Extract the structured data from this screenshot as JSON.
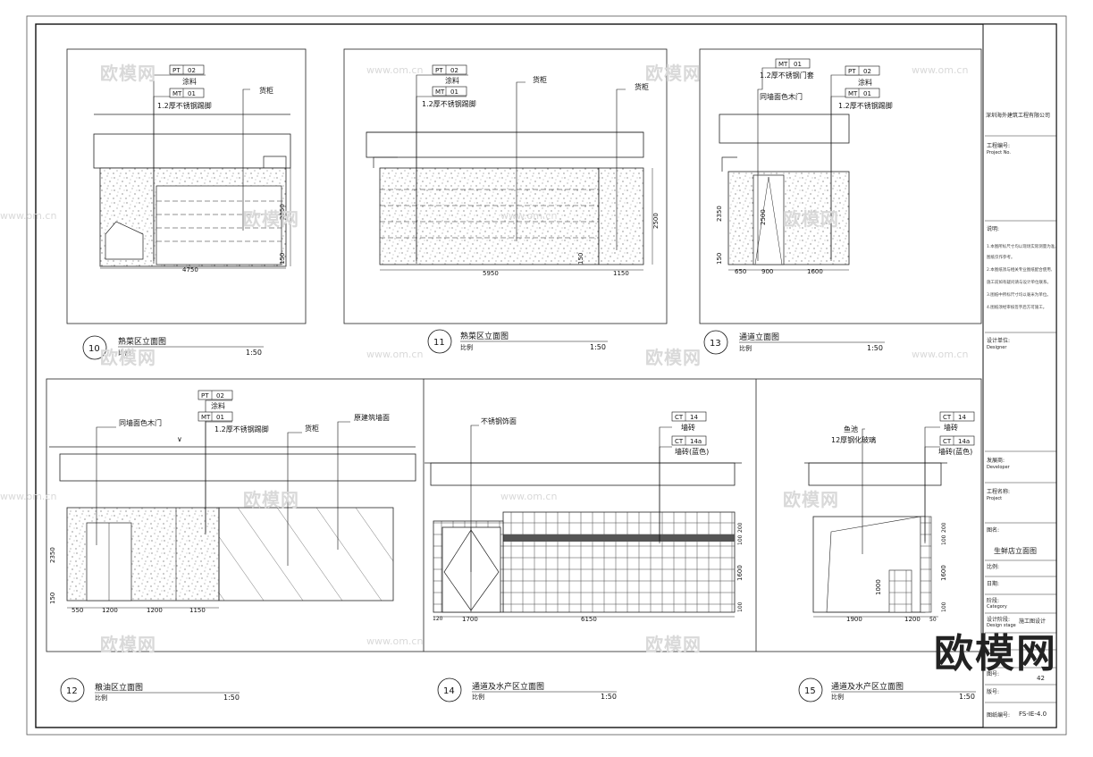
{
  "watermark": {
    "logo_text": "欧模网",
    "site_text": "www.om.cn",
    "big_logo": "欧模网"
  },
  "title_block": {
    "company": "深圳海外建筑工程有限公司",
    "project_no_label": "工程编号:",
    "project_no_en": "Project No.",
    "notes_label": "说明:",
    "notes": [
      "1.本图所标尺寸均以现场实际测量为准,",
      "图纸仅作参考。",
      "2.本图纸须与相关专业图纸配合使用,",
      "施工前如有疑问请与设计单位联系。",
      "3.图纸中所标尺寸均以毫米为单位。",
      "4.图纸须经审核签字后方可施工。"
    ],
    "designer_label": "设计单位:",
    "designer_en": "Designer",
    "owner_label": "发展商:",
    "owner_en": "Developer",
    "project_name_label": "工程名称:",
    "project_name_en": "Project",
    "drawing_label": "图名:",
    "drawing_title": "生鲜店立面图",
    "scale_label": "比例:",
    "date_label": "日期:",
    "stage_label": "阶段:",
    "stage_en": "Category",
    "design_stage_label": "设计阶段:",
    "design_stage_en": "Design stage",
    "design_stage_value": "施工图设计",
    "sheet_label": "图号:",
    "sheet_no_partial": "42",
    "version_label": "版号:",
    "drawing_no_label": "图纸编号:",
    "drawing_no": "FS-IE-4.0"
  },
  "views": [
    {
      "num": "10",
      "title": "熟菜区立面图",
      "scale_label": "比例",
      "scale": "1:50"
    },
    {
      "num": "11",
      "title": "熟菜区立面图",
      "scale_label": "比例",
      "scale": "1:50"
    },
    {
      "num": "13",
      "title": "通道立面图",
      "scale_label": "比例",
      "scale": "1:50"
    },
    {
      "num": "12",
      "title": "粮油区立面图",
      "scale_label": "比例",
      "scale": "1:50"
    },
    {
      "num": "14",
      "title": "通道及水产区立面图",
      "scale_label": "比例",
      "scale": "1:50"
    },
    {
      "num": "15",
      "title": "通道及水产区立面图",
      "scale_label": "比例",
      "scale": "1:50"
    }
  ],
  "annotations": {
    "v10": {
      "pt_code": "PT",
      "pt_no": "02",
      "paint": "涂料",
      "mt_code": "MT",
      "mt_no": "01",
      "ss": "1.2厚不锈钢踢脚",
      "shelf": "货柜",
      "dim_w": "4750",
      "dim_h": "2350",
      "dim_base": "150"
    },
    "v11": {
      "pt_code": "PT",
      "pt_no": "02",
      "paint": "涂料",
      "mt_code": "MT",
      "mt_no": "01",
      "ss": "1.2厚不锈钢踢脚",
      "shelf1": "货柜",
      "shelf2": "货柜",
      "dim_w1": "5950",
      "dim_w2": "1150",
      "dim_h": "2500",
      "dim_base": "150"
    },
    "v13": {
      "mt_code": "MT",
      "mt_no": "01",
      "ss_door": "1.2厚不锈钢门套",
      "door": "同墙面色木门",
      "pt_code": "PT",
      "pt_no": "02",
      "paint": "涂料",
      "mt2_code": "MT",
      "mt2_no": "01",
      "ss": "1.2厚不锈钢踢脚",
      "dim_a": "650",
      "dim_b": "900",
      "dim_c": "1600",
      "dim_h": "2350",
      "dim_d": "2500",
      "dim_base": "150"
    },
    "v12": {
      "door": "同墙面色木门",
      "pt_code": "PT",
      "pt_no": "02",
      "paint": "涂料",
      "mt_code": "MT",
      "mt_no": "01",
      "ss": "1.2厚不锈钢踢脚",
      "shelf": "货柜",
      "mural": "原建筑墙面",
      "dim_a": "550",
      "dim_b": "1200",
      "dim_c": "1200",
      "dim_d": "1150",
      "dim_h": "2350",
      "dim_base": "150"
    },
    "v14": {
      "ss_door": "不锈钢饰面",
      "ct_code": "CT",
      "ct_no": "14",
      "tile": "墙砖",
      "ct2_code": "CT",
      "ct2_no": "14a",
      "tile2": "墙砖(蓝色)",
      "dim_a": "1700",
      "dim_b": "6150",
      "dim_c": "120",
      "dim_h": "1600",
      "dim_top": "100",
      "dim_top2": "200",
      "dim_base": "100"
    },
    "v15": {
      "tank": "鱼池",
      "glass": "12厚钢化玻璃",
      "ct_code": "CT",
      "ct_no": "14",
      "tile": "墙砖",
      "ct2_code": "CT",
      "ct2_no": "14a",
      "tile2": "墙砖(蓝色)",
      "dim_a": "1900",
      "dim_b": "1200",
      "dim_c": "50",
      "dim_h": "1000",
      "dim_h2": "1600",
      "dim_top": "100",
      "dim_top2": "200",
      "dim_base": "100"
    }
  }
}
